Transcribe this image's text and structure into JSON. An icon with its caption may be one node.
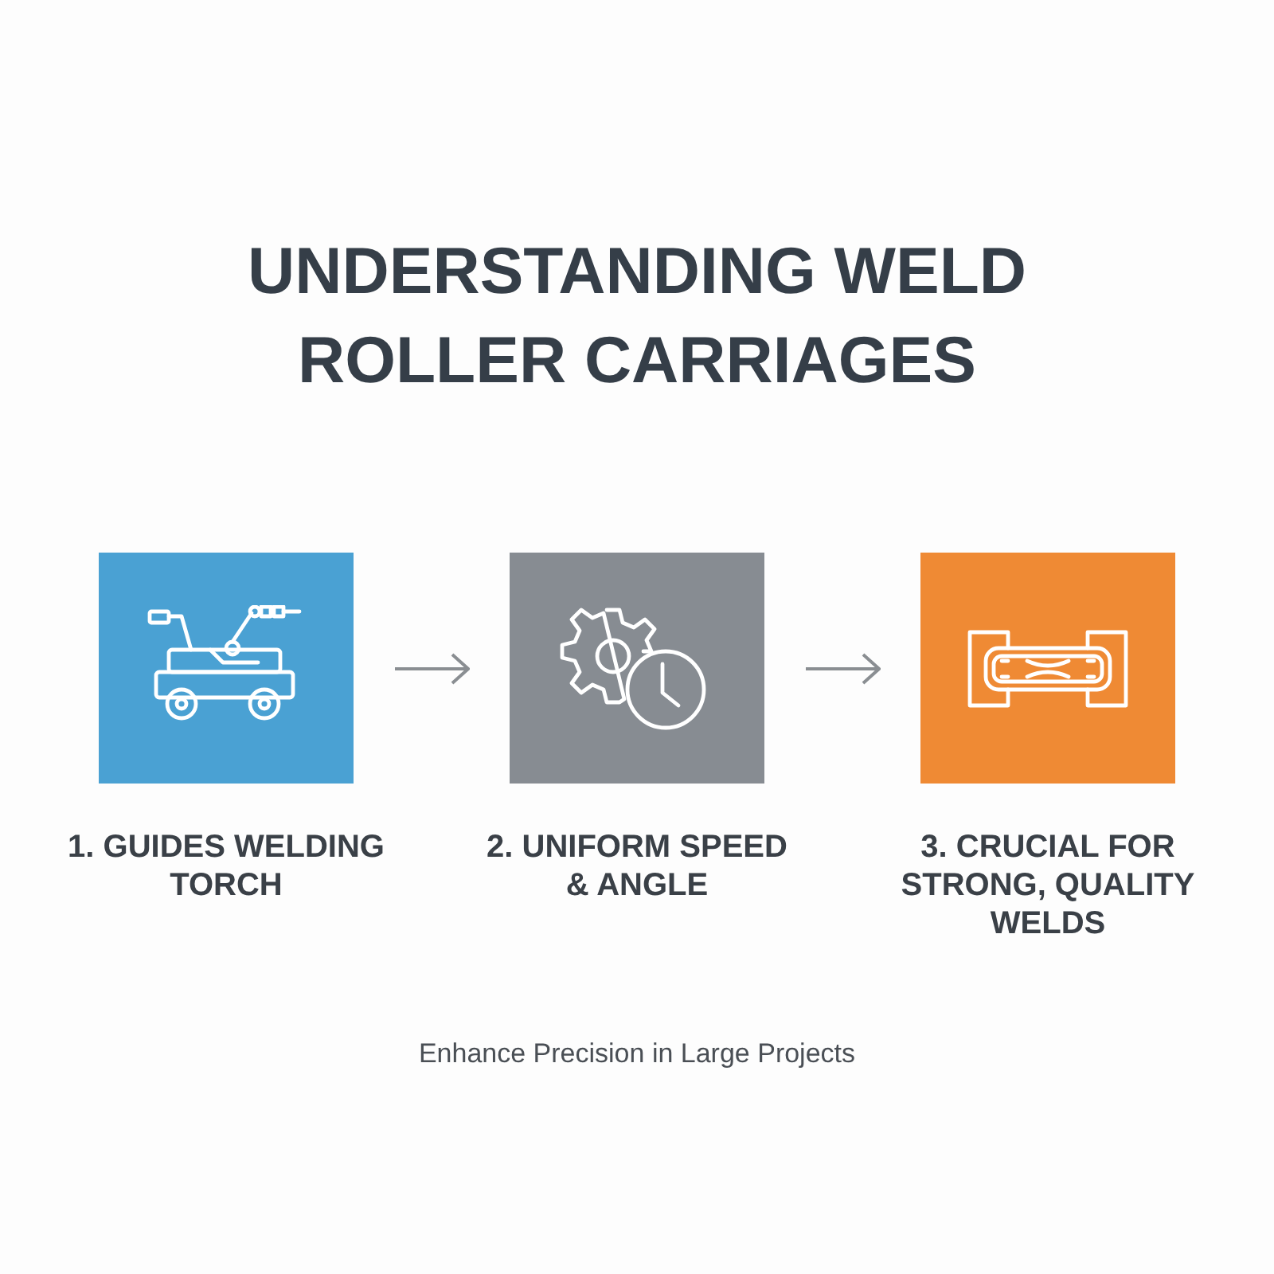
{
  "diagram": {
    "title": "UNDERSTANDING WELD ROLLER CARRIAGES",
    "nodes": [
      {
        "text": [
          "1. GUIDES WELDING TORCH"
        ]
      },
      {
        "text": [
          "2. UNIFORM SPEED & ANGLE"
        ]
      },
      {
        "text": [
          "3. CRUCIAL FOR STRONG, QUALITY WELDS"
        ]
      }
    ],
    "edges": [
      {
        "from": 0,
        "to": 1,
        "arrow": "to"
      },
      {
        "from": 1,
        "to": 2,
        "arrow": "to"
      }
    ],
    "caption": "Enhance Precision in Large Projects"
  }
}
